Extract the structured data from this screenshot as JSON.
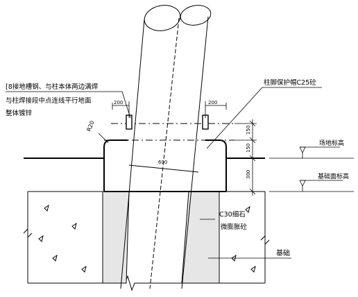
{
  "labels": {
    "rebar_note_line1": "[8接地槽钢、与柱本体两边满焊",
    "rebar_note_line2": "与柱焊接段中点连线平行地面",
    "rebar_note_line3": "整体镀锌",
    "cap_note": "柱脚保护帽C25砼",
    "site_level": "场地标高",
    "foundation_top_level": "基础面标高",
    "concrete_line1": "C30细石",
    "concrete_line2": "微膨胀砼",
    "foundation": "基础",
    "radius": "R20"
  },
  "dimensions": {
    "left_offset": "200",
    "right_offset": "200",
    "upper_150": "150",
    "lower_150": "150",
    "depth_300": "300",
    "diameter": "600"
  }
}
